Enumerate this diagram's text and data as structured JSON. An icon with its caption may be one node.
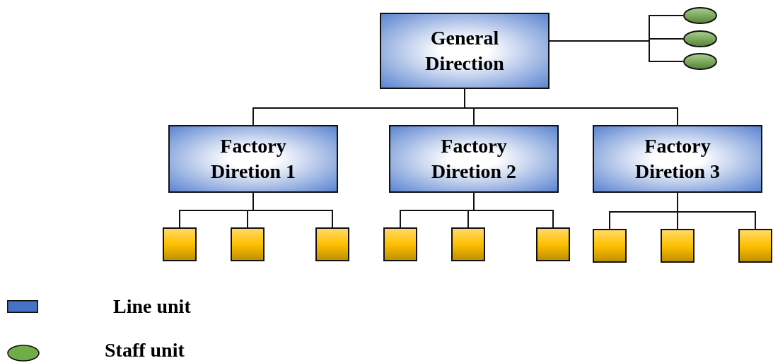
{
  "diagram": {
    "nodes": [
      {
        "text": [
          "General Direction"
        ]
      },
      {
        "text": [],
        "shape": "ellipse"
      },
      {
        "text": [],
        "shape": "ellipse"
      },
      {
        "text": [],
        "shape": "ellipse"
      },
      {
        "text": [
          "Factory Diretion 1"
        ]
      },
      {
        "text": [
          "Factory Diretion 2"
        ]
      },
      {
        "text": [
          "Factory Diretion 3"
        ]
      },
      {
        "text": [],
        "shape": "box"
      },
      {
        "text": [],
        "shape": "box"
      },
      {
        "text": [],
        "shape": "box"
      },
      {
        "text": [],
        "shape": "box"
      },
      {
        "text": [],
        "shape": "box"
      },
      {
        "text": [],
        "shape": "box"
      },
      {
        "text": [],
        "shape": "box"
      },
      {
        "text": [],
        "shape": "box"
      },
      {
        "text": [],
        "shape": "box"
      }
    ],
    "edges": [
      {
        "from": 0,
        "to": 1,
        "arrow": "none"
      },
      {
        "from": 0,
        "to": 2,
        "arrow": "none"
      },
      {
        "from": 0,
        "to": 3,
        "arrow": "none"
      },
      {
        "from": 0,
        "to": 4,
        "arrow": "none"
      },
      {
        "from": 0,
        "to": 5,
        "arrow": "none"
      },
      {
        "from": 0,
        "to": 6,
        "arrow": "none"
      },
      {
        "from": 4,
        "to": 7,
        "arrow": "none"
      },
      {
        "from": 4,
        "to": 8,
        "arrow": "none"
      },
      {
        "from": 4,
        "to": 9,
        "arrow": "none"
      },
      {
        "from": 5,
        "to": 10,
        "arrow": "none"
      },
      {
        "from": 5,
        "to": 11,
        "arrow": "none"
      },
      {
        "from": 5,
        "to": 12,
        "arrow": "none"
      },
      {
        "from": 6,
        "to": 13,
        "arrow": "none"
      },
      {
        "from": 6,
        "to": 14,
        "arrow": "none"
      },
      {
        "from": 6,
        "to": 15,
        "arrow": "none"
      }
    ],
    "legend": [
      {
        "text": "Line unit",
        "color": "#4472c4"
      },
      {
        "text": "Staff unit",
        "color": "#70ad47"
      }
    ]
  }
}
